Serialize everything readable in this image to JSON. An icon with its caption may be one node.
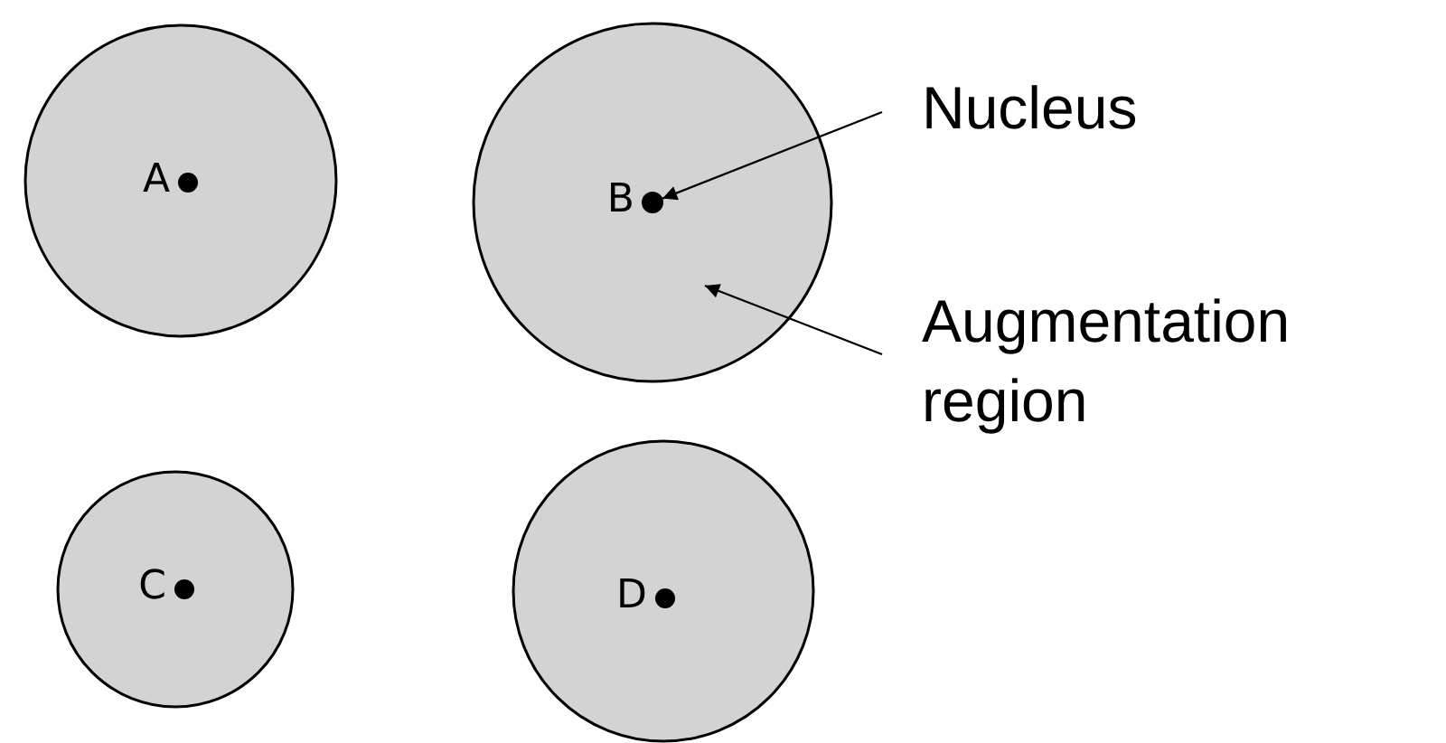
{
  "diagram": {
    "nodes": [
      {
        "text": [
          "A"
        ]
      },
      {
        "text": [
          "B"
        ]
      },
      {
        "text": [
          "C"
        ]
      },
      {
        "text": [
          "D"
        ]
      },
      {
        "text": [
          "Nucleus"
        ]
      },
      {
        "text": [
          "Augmentation region"
        ]
      },
      {
        "text": [],
        "shape": "circle",
        "in": 1
      }
    ],
    "edges": [
      {
        "from": 4,
        "to": 6,
        "arrow": "to"
      },
      {
        "from": 5,
        "to": 1,
        "arrow": "to"
      }
    ]
  }
}
